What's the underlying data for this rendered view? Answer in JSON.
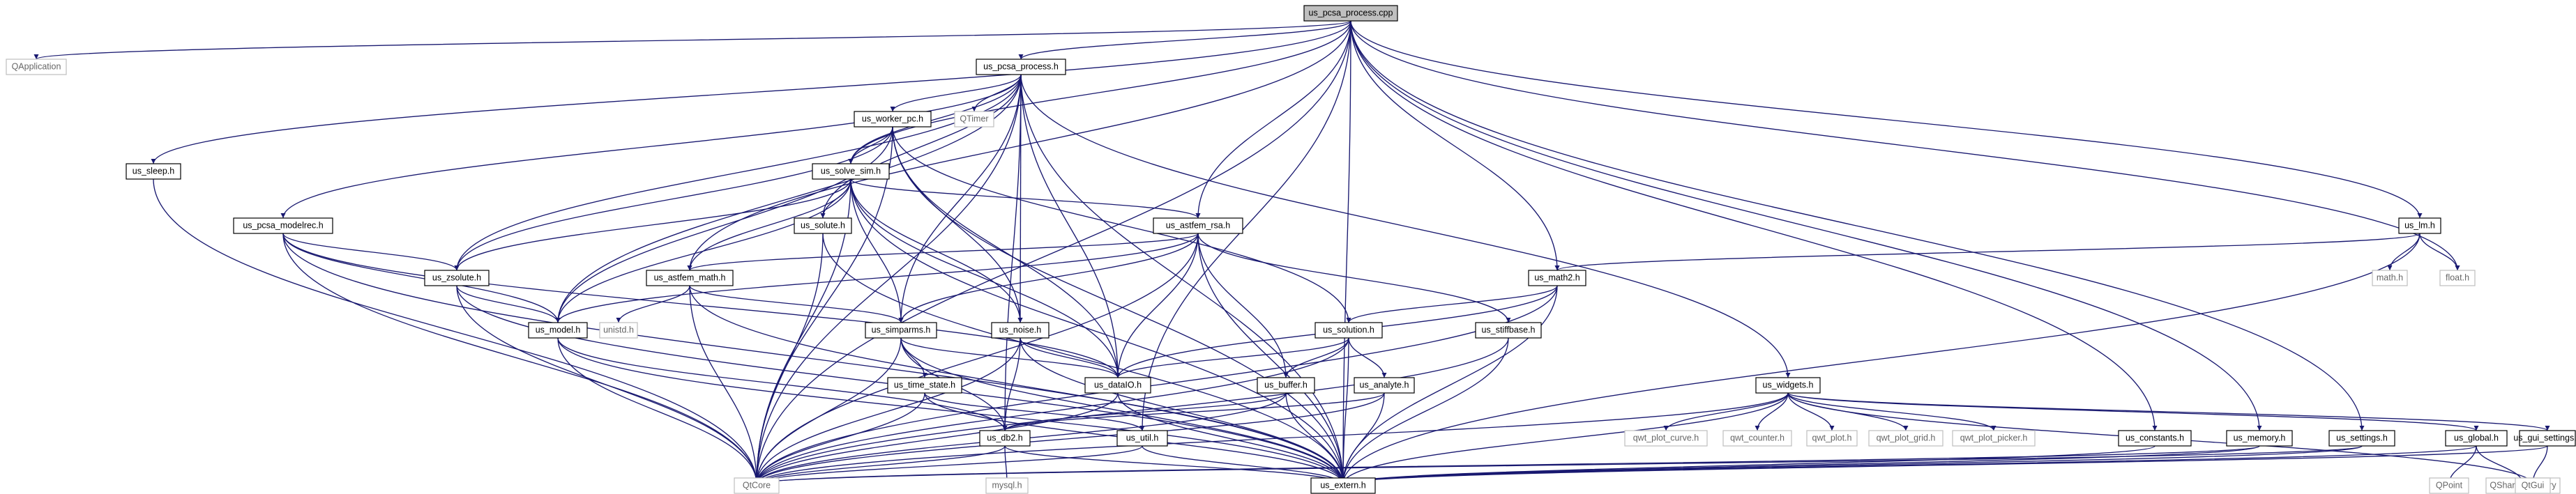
{
  "colors": {
    "edge": "#191970",
    "node_border": "#000000",
    "external_border": "#bfbfbf",
    "root_fill": "#bfbfbf",
    "node_fill": "#ffffff",
    "text": "#000000",
    "external_text": "#666666"
  },
  "nodes": [
    {
      "id": "root",
      "label": "us_pcsa_process.cpp",
      "kind": "root"
    },
    {
      "id": "qapp",
      "label": "QApplication",
      "kind": "external"
    },
    {
      "id": "pcsa_h",
      "label": "us_pcsa_process.h",
      "kind": "internal"
    },
    {
      "id": "qtimer",
      "label": "QTimer",
      "kind": "external"
    },
    {
      "id": "worker",
      "label": "us_worker_pc.h",
      "kind": "internal"
    },
    {
      "id": "sleep",
      "label": "us_sleep.h",
      "kind": "internal"
    },
    {
      "id": "solvesim",
      "label": "us_solve_sim.h",
      "kind": "internal"
    },
    {
      "id": "modelrec",
      "label": "us_pcsa_modelrec.h",
      "kind": "internal"
    },
    {
      "id": "solute",
      "label": "us_solute.h",
      "kind": "internal"
    },
    {
      "id": "astfemrsa",
      "label": "us_astfem_rsa.h",
      "kind": "internal"
    },
    {
      "id": "lm",
      "label": "us_lm.h",
      "kind": "internal"
    },
    {
      "id": "zsolute",
      "label": "us_zsolute.h",
      "kind": "internal"
    },
    {
      "id": "astfemmath",
      "label": "us_astfem_math.h",
      "kind": "internal"
    },
    {
      "id": "math2",
      "label": "us_math2.h",
      "kind": "internal"
    },
    {
      "id": "mathh",
      "label": "math.h",
      "kind": "external"
    },
    {
      "id": "floath",
      "label": "float.h",
      "kind": "external"
    },
    {
      "id": "solution",
      "label": "us_solution.h",
      "kind": "internal"
    },
    {
      "id": "stiffbase",
      "label": "us_stiffbase.h",
      "kind": "internal"
    },
    {
      "id": "model",
      "label": "us_model.h",
      "kind": "internal"
    },
    {
      "id": "unistd",
      "label": "unistd.h",
      "kind": "external"
    },
    {
      "id": "simparms",
      "label": "us_simparms.h",
      "kind": "internal"
    },
    {
      "id": "noise",
      "label": "us_noise.h",
      "kind": "internal"
    },
    {
      "id": "widgets",
      "label": "us_widgets.h",
      "kind": "internal"
    },
    {
      "id": "dataio",
      "label": "us_dataIO.h",
      "kind": "internal"
    },
    {
      "id": "buffer",
      "label": "us_buffer.h",
      "kind": "internal"
    },
    {
      "id": "analyte",
      "label": "us_analyte.h",
      "kind": "internal"
    },
    {
      "id": "timestate",
      "label": "us_time_state.h",
      "kind": "internal"
    },
    {
      "id": "qwtcurve",
      "label": "qwt_plot_curve.h",
      "kind": "external"
    },
    {
      "id": "qwtcounter",
      "label": "qwt_counter.h",
      "kind": "external"
    },
    {
      "id": "qwtplot",
      "label": "qwt_plot.h",
      "kind": "external"
    },
    {
      "id": "qwtgrid",
      "label": "qwt_plot_grid.h",
      "kind": "external"
    },
    {
      "id": "qwtpicker",
      "label": "qwt_plot_picker.h",
      "kind": "external"
    },
    {
      "id": "db2",
      "label": "us_db2.h",
      "kind": "internal"
    },
    {
      "id": "util",
      "label": "us_util.h",
      "kind": "internal"
    },
    {
      "id": "constants",
      "label": "us_constants.h",
      "kind": "internal"
    },
    {
      "id": "memory",
      "label": "us_memory.h",
      "kind": "internal"
    },
    {
      "id": "settings",
      "label": "us_settings.h",
      "kind": "internal"
    },
    {
      "id": "global",
      "label": "us_global.h",
      "kind": "internal"
    },
    {
      "id": "guisettings",
      "label": "us_gui_settings.h",
      "kind": "internal"
    },
    {
      "id": "qtcore",
      "label": "QtCore",
      "kind": "external"
    },
    {
      "id": "extern",
      "label": "us_extern.h",
      "kind": "internal"
    },
    {
      "id": "mysql",
      "label": "mysql.h",
      "kind": "external"
    },
    {
      "id": "qpoint",
      "label": "QPoint",
      "kind": "external"
    },
    {
      "id": "qshared",
      "label": "QSharedMemory",
      "kind": "external"
    },
    {
      "id": "qtgui",
      "label": "QtGui",
      "kind": "external"
    }
  ],
  "edges": [
    [
      "root",
      "qapp"
    ],
    [
      "root",
      "pcsa_h"
    ],
    [
      "root",
      "sleep"
    ],
    [
      "root",
      "qtcore"
    ],
    [
      "root",
      "solvesim"
    ],
    [
      "root",
      "astfemrsa"
    ],
    [
      "root",
      "astfemmath"
    ],
    [
      "root",
      "math2"
    ],
    [
      "root",
      "lm"
    ],
    [
      "root",
      "floath"
    ],
    [
      "root",
      "constants"
    ],
    [
      "root",
      "memory"
    ],
    [
      "root",
      "settings"
    ],
    [
      "root",
      "util"
    ],
    [
      "root",
      "extern"
    ],
    [
      "pcsa_h",
      "worker"
    ],
    [
      "pcsa_h",
      "qtimer"
    ],
    [
      "pcsa_h",
      "modelrec"
    ],
    [
      "pcsa_h",
      "solute"
    ],
    [
      "pcsa_h",
      "zsolute"
    ],
    [
      "pcsa_h",
      "model"
    ],
    [
      "pcsa_h",
      "simparms"
    ],
    [
      "pcsa_h",
      "noise"
    ],
    [
      "pcsa_h",
      "dataio"
    ],
    [
      "pcsa_h",
      "widgets"
    ],
    [
      "pcsa_h",
      "qtcore"
    ],
    [
      "pcsa_h",
      "extern"
    ],
    [
      "pcsa_h",
      "solvesim"
    ],
    [
      "pcsa_h",
      "db2"
    ],
    [
      "worker",
      "solvesim"
    ],
    [
      "worker",
      "zsolute"
    ],
    [
      "worker",
      "model"
    ],
    [
      "worker",
      "noise"
    ],
    [
      "worker",
      "dataio"
    ],
    [
      "worker",
      "solution"
    ],
    [
      "worker",
      "qtcore"
    ],
    [
      "worker",
      "extern"
    ],
    [
      "sleep",
      "qtcore"
    ],
    [
      "solvesim",
      "solute"
    ],
    [
      "solvesim",
      "zsolute"
    ],
    [
      "solvesim",
      "astfemrsa"
    ],
    [
      "solvesim",
      "astfemmath"
    ],
    [
      "solvesim",
      "model"
    ],
    [
      "solvesim",
      "simparms"
    ],
    [
      "solvesim",
      "noise"
    ],
    [
      "solvesim",
      "dataio"
    ],
    [
      "solvesim",
      "qtcore"
    ],
    [
      "solvesim",
      "extern"
    ],
    [
      "modelrec",
      "zsolute"
    ],
    [
      "modelrec",
      "model"
    ],
    [
      "modelrec",
      "dataio"
    ],
    [
      "modelrec",
      "qtcore"
    ],
    [
      "modelrec",
      "extern"
    ],
    [
      "solute",
      "qtcore"
    ],
    [
      "solute",
      "extern"
    ],
    [
      "astfemrsa",
      "astfemmath"
    ],
    [
      "astfemrsa",
      "model"
    ],
    [
      "astfemrsa",
      "simparms"
    ],
    [
      "astfemrsa",
      "dataio"
    ],
    [
      "astfemrsa",
      "buffer"
    ],
    [
      "astfemrsa",
      "stiffbase"
    ],
    [
      "astfemrsa",
      "qtcore"
    ],
    [
      "astfemrsa",
      "extern"
    ],
    [
      "lm",
      "math2"
    ],
    [
      "lm",
      "mathh"
    ],
    [
      "lm",
      "floath"
    ],
    [
      "lm",
      "extern"
    ],
    [
      "zsolute",
      "model"
    ],
    [
      "zsolute",
      "qtcore"
    ],
    [
      "zsolute",
      "extern"
    ],
    [
      "astfemmath",
      "unistd"
    ],
    [
      "astfemmath",
      "simparms"
    ],
    [
      "astfemmath",
      "qtcore"
    ],
    [
      "astfemmath",
      "extern"
    ],
    [
      "math2",
      "solution"
    ],
    [
      "math2",
      "dataio"
    ],
    [
      "math2",
      "qtcore"
    ],
    [
      "math2",
      "extern"
    ],
    [
      "solution",
      "buffer"
    ],
    [
      "solution",
      "analyte"
    ],
    [
      "solution",
      "dataio"
    ],
    [
      "solution",
      "qtcore"
    ],
    [
      "solution",
      "extern"
    ],
    [
      "stiffbase",
      "qtcore"
    ],
    [
      "stiffbase",
      "extern"
    ],
    [
      "model",
      "db2"
    ],
    [
      "model",
      "qtcore"
    ],
    [
      "model",
      "extern"
    ],
    [
      "simparms",
      "timestate"
    ],
    [
      "simparms",
      "db2"
    ],
    [
      "simparms",
      "dataio"
    ],
    [
      "simparms",
      "qtcore"
    ],
    [
      "simparms",
      "extern"
    ],
    [
      "noise",
      "db2"
    ],
    [
      "noise",
      "dataio"
    ],
    [
      "noise",
      "qtcore"
    ],
    [
      "noise",
      "extern"
    ],
    [
      "widgets",
      "qwtcurve"
    ],
    [
      "widgets",
      "qwtcounter"
    ],
    [
      "widgets",
      "qwtplot"
    ],
    [
      "widgets",
      "qwtgrid"
    ],
    [
      "widgets",
      "qwtpicker"
    ],
    [
      "widgets",
      "global"
    ],
    [
      "widgets",
      "guisettings"
    ],
    [
      "widgets",
      "qtgui"
    ],
    [
      "widgets",
      "qtcore"
    ],
    [
      "widgets",
      "extern"
    ],
    [
      "dataio",
      "qtcore"
    ],
    [
      "dataio",
      "extern"
    ],
    [
      "buffer",
      "db2"
    ],
    [
      "buffer",
      "qtcore"
    ],
    [
      "buffer",
      "extern"
    ],
    [
      "analyte",
      "db2"
    ],
    [
      "analyte",
      "qtcore"
    ],
    [
      "analyte",
      "extern"
    ],
    [
      "timestate",
      "util"
    ],
    [
      "timestate",
      "qtcore"
    ],
    [
      "timestate",
      "extern"
    ],
    [
      "db2",
      "mysql"
    ],
    [
      "db2",
      "qtcore"
    ],
    [
      "db2",
      "extern"
    ],
    [
      "util",
      "qtcore"
    ],
    [
      "util",
      "extern"
    ],
    [
      "constants",
      "extern"
    ],
    [
      "memory",
      "qtcore"
    ],
    [
      "memory",
      "extern"
    ],
    [
      "settings",
      "qtcore"
    ],
    [
      "settings",
      "extern"
    ],
    [
      "global",
      "qpoint"
    ],
    [
      "global",
      "qshared"
    ],
    [
      "global",
      "extern"
    ],
    [
      "guisettings",
      "qtgui"
    ],
    [
      "guisettings",
      "extern"
    ]
  ]
}
